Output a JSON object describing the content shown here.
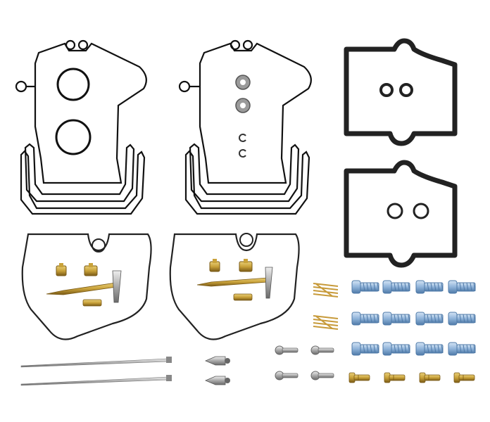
{
  "photo": {
    "colors": {
      "background": "#ffffff",
      "gasket": "#111111",
      "bowl_gasket": "#2a2a2a",
      "brass": "#c9a23a",
      "brass_dark": "#8a6a1c",
      "steel": "#b9b9b9",
      "steel_dark": "#6e6e6e",
      "screw_blue": "#8fb3d9",
      "screw_blue_dark": "#4f7aa8",
      "spring": "#c79a3a"
    },
    "parts": {
      "top_gaskets": 2,
      "float_bowl_gaskets": 2,
      "square_gaskets": 2,
      "needles": 2,
      "float_valves": 2,
      "springs": 2,
      "blue_screws": 12,
      "silver_screws": 4,
      "brass_pilot_screws": 4
    }
  }
}
